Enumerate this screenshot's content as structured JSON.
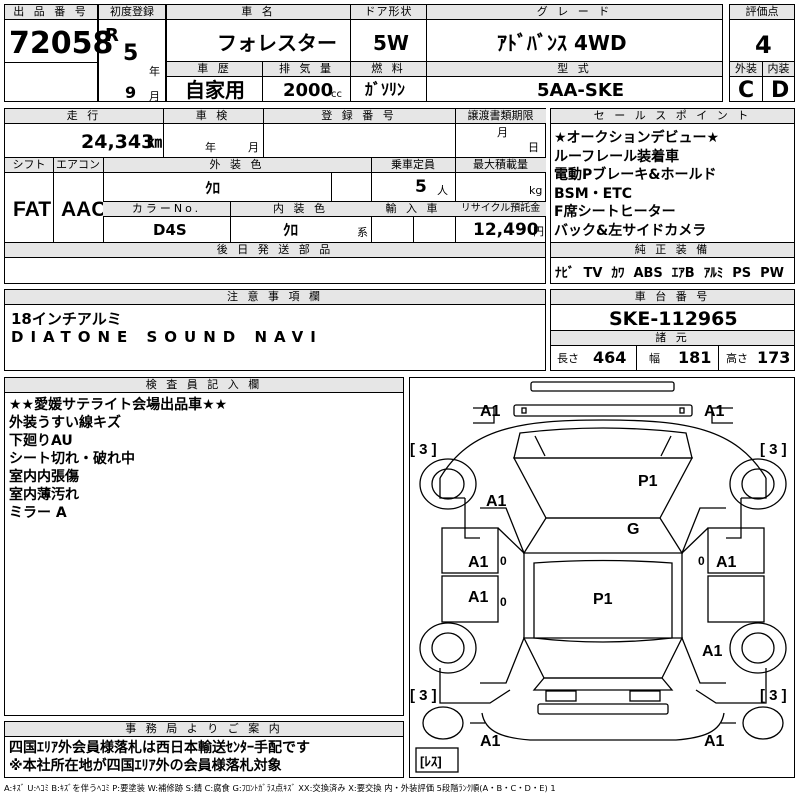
{
  "header": {
    "lot_label": "出 品 番 号",
    "lot_value": "72058",
    "reg_label": "初度登録",
    "era": "R",
    "reg_year": "5",
    "year_unit": "年",
    "reg_month": "9",
    "month_unit": "月",
    "name_label": "車 名",
    "car_name": "フォレスター",
    "door_label": "ドア形状",
    "door_value": "5W",
    "grade_label": "グ レ ー ド",
    "grade_value": "ｱﾄﾞﾊﾞﾝｽ 4WD",
    "score_label": "評価点",
    "score_value": "4",
    "history_label": "車 歴",
    "history_value": "自家用",
    "displacement_label": "排 気 量",
    "displacement_value": "2000",
    "cc_unit": "cc",
    "fuel_label": "燃 料",
    "fuel_value": "ｶﾞｿﾘﾝ",
    "model_label": "型 式",
    "model_value": "5AA-SKE",
    "ext_label": "外装",
    "ext_value": "C",
    "int_label": "内装",
    "int_value": "D"
  },
  "middle": {
    "mileage_label": "走 行",
    "mileage_value": "24,343",
    "mileage_unit": "㎞",
    "inspection_label": "車 検",
    "insp_year_unit": "年",
    "insp_month_unit": "月",
    "plate_label": "登 録 番 号",
    "transfer_label": "譲渡書類期限",
    "transfer_month_unit": "月",
    "transfer_day_unit": "日",
    "shift_label": "シフト",
    "shift_value": "FAT",
    "ac_label": "エアコン",
    "ac_value": "AAC",
    "exterior_color_label": "外 装 色",
    "exterior_color_value": "ｸﾛ",
    "capacity_label": "乗車定員",
    "capacity_value": "5",
    "capacity_unit": "人",
    "load_label": "最大積載量",
    "load_unit": "kg",
    "color_no_label": "カラーNo.",
    "color_no_value": "D4S",
    "interior_color_label": "内 装 色",
    "interior_color_value": "ｸﾛ",
    "interior_color_unit": "系",
    "import_label": "輸 入 車",
    "recycle_label": "リサイクル預託金",
    "recycle_value": "12,490",
    "recycle_unit": "円",
    "later_parts_label": "後 日 発 送 部 品"
  },
  "sales": {
    "label": "セ ー ル ス ポ イ ン ト",
    "points": [
      "★オークションデビュー★",
      "ルーフレール装着車",
      "電動Pブレーキ&ホールド",
      "BSM・ETC",
      "F席シートヒーター",
      "バック&左サイドカメラ"
    ]
  },
  "equipment": {
    "label": "純 正 装 備",
    "items": [
      "ﾅﾋﾞ",
      "TV",
      "ｶﾜ",
      "ABS",
      "ｴｱB",
      "ｱﾙﾐ",
      "PS",
      "PW"
    ]
  },
  "notes": {
    "label": "注 意 事 項 欄",
    "lines": [
      "18インチアルミ",
      "DIATONE SOUND NAVI"
    ]
  },
  "chassis": {
    "label": "車 台 番 号",
    "value": "SKE-112965",
    "dims_label": "諸 元",
    "length_label": "長さ",
    "length_value": "464",
    "width_label": "幅",
    "width_value": "181",
    "height_label": "高さ",
    "height_value": "173"
  },
  "inspector": {
    "label": "検 査 員 記 入 欄",
    "lines": [
      "★★愛媛サテライト会場出品車★★",
      "外装うすい線キズ",
      "下廻りAU",
      "シート切れ・破れ中",
      "室内内張傷",
      "室内薄汚れ",
      "ミラー A"
    ]
  },
  "office": {
    "label": "事 務 局 よ り ご 案 内",
    "lines": [
      "四国ｴﾘｱ外会員様落札は西日本輸送ｾﾝﾀｰ手配です",
      "※本社所在地が四国ｴﾘｱ外の会員様落札対象"
    ]
  },
  "diagram": {
    "marks": {
      "front_left": "A1",
      "front_right": "A1",
      "hood_left": "A1",
      "hood_right": "P1",
      "windshield": "G",
      "door_fl": "A1",
      "door_fr": "A1",
      "door_rl": "A1",
      "roof": "P1",
      "rear_right": "A1",
      "rear_left_bottom": "A1",
      "rear_right_bottom": "A1",
      "small_fl": "0",
      "small_fr": "0",
      "small_rl": "0"
    },
    "tires": [
      "[ 3 ]",
      "[ 3 ]",
      "[ 3 ]",
      "[ 3 ]"
    ],
    "spare": "[ﾚｽ]"
  },
  "legend": "A:ｷｽﾞ U:ﾍｺﾐ B:ｷｽﾞを伴うﾍｺﾐ P:要塗装 W:補修跡 S:錆 C:腐食 G:ﾌﾛﾝﾄｶﾞﾗｽ点ｷｽﾞ XX:交換済み X:要交換 内・外装評価 5段階ﾗﾝｸ順(A・B・C・D・E) 1"
}
